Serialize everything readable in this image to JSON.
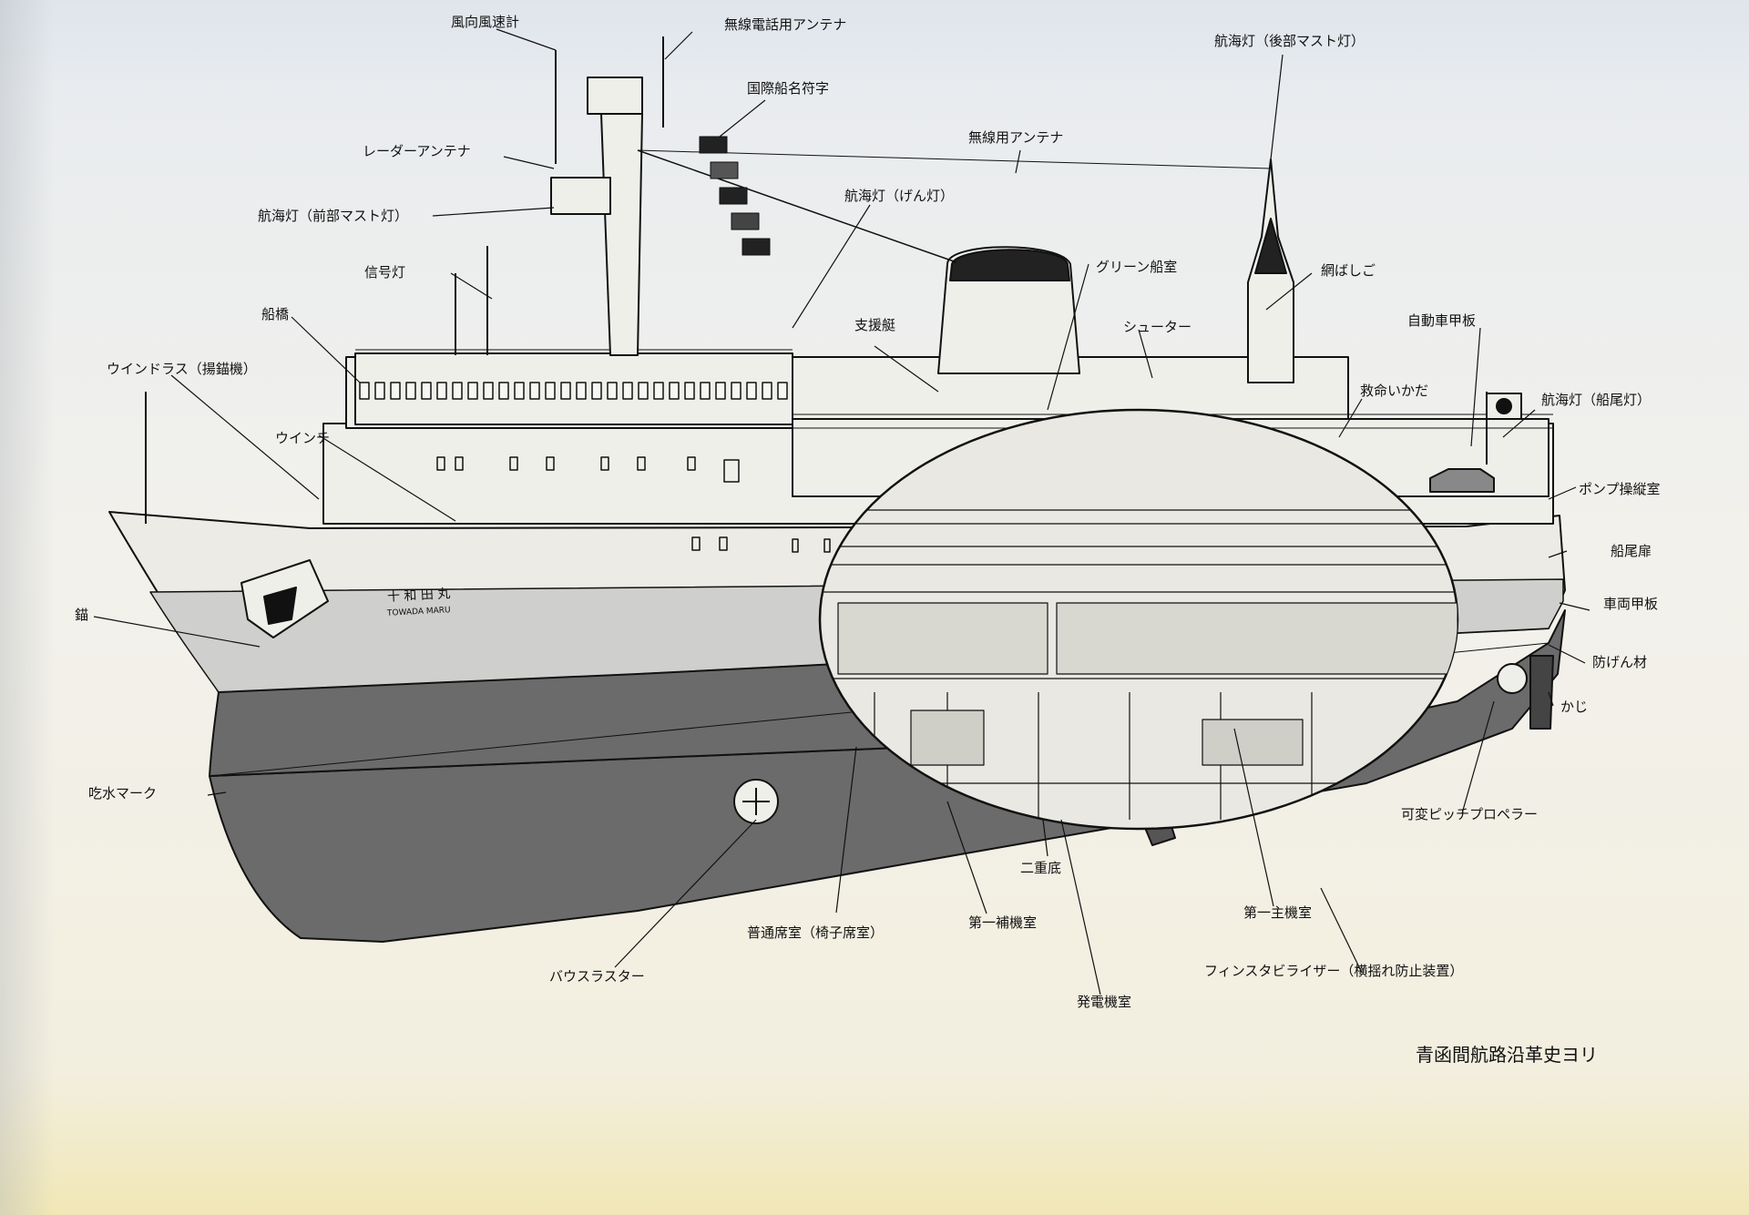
{
  "labels": {
    "wind_meter": "風向風速計",
    "radiotel_antenna": "無線電話用アンテナ",
    "signal_letters": "国際船名符字",
    "radar_antenna": "レーダーアンテナ",
    "radio_antenna": "無線用アンテナ",
    "nav_light_aft_mast": "航海灯（後部マスト灯）",
    "nav_light_fore_mast": "航海灯（前部マスト灯）",
    "nav_light_side": "航海灯（げん灯）",
    "signal_light": "信号灯",
    "green_cabin": "グリーン船室",
    "net_ladder": "網ばしご",
    "bridge": "船橋",
    "tender_boat": "支援艇",
    "chute": "シューター",
    "car_deck": "自動車甲板",
    "windlass": "ウインドラス（揚錨機）",
    "life_raft": "救命いかだ",
    "nav_light_stern": "航海灯（船尾灯）",
    "winch": "ウインチ",
    "pump_control_room": "ポンプ操縦室",
    "stern_door": "船尾扉",
    "anchor": "錨",
    "vehicle_deck": "車両甲板",
    "fender": "防げん材",
    "rudder": "かじ",
    "draft_mark": "吃水マーク",
    "cpp": "可変ピッチプロペラー",
    "double_bottom": "二重底",
    "main_engine_room": "第一主機室",
    "aux_engine_room": "第一補機室",
    "ordinary_cabin": "普通席室（椅子席室）",
    "fin_stabilizer": "フィンスタビライザー（横揺れ防止装置）",
    "bow_thruster": "バウスラスター",
    "generator_room": "発電機室"
  },
  "ship_name": "十 和 田 丸",
  "ship_name_romaji": "TOWADA MARU",
  "credit": "青函間航路沿革史ヨリ"
}
